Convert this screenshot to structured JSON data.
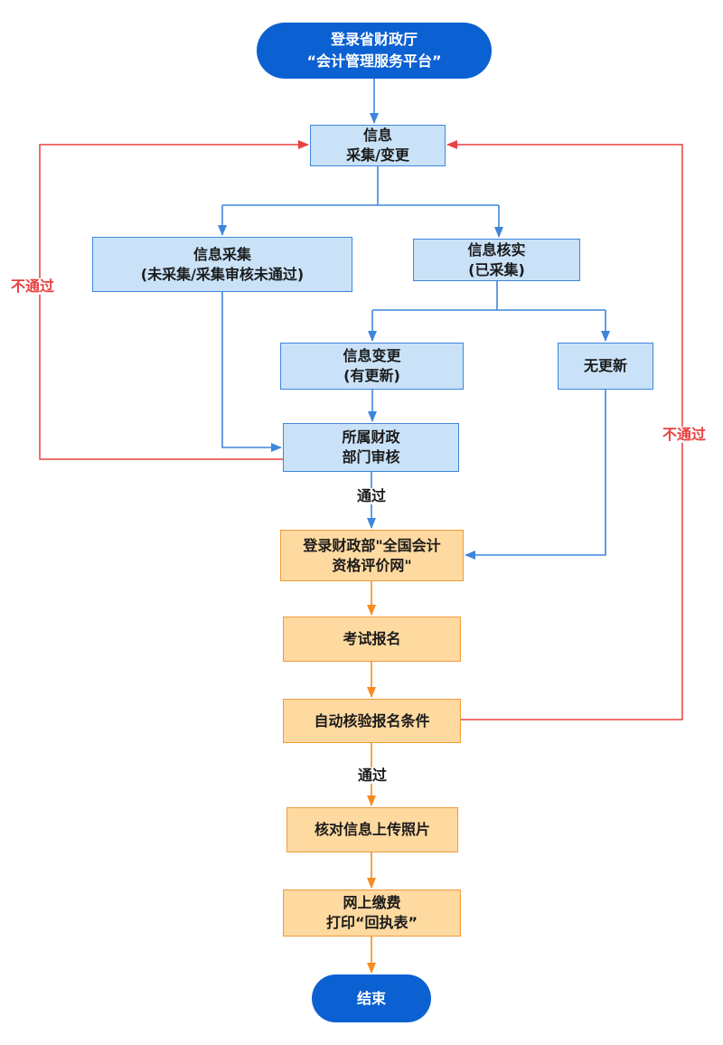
{
  "colors": {
    "brand_blue": "#0B61D2",
    "light_blue_fill": "#C9E2F8",
    "blue_border": "#3E86DC",
    "connector_blue": "#3E86DC",
    "orange_fill": "#FED9A0",
    "orange_border": "#F09B3C",
    "connector_orange": "#F68B1F",
    "fail_red": "#E94040",
    "text_dark": "#1B1B1B"
  },
  "nodes": {
    "start": {
      "label": "登录省财政厅\n“会计管理服务平台”"
    },
    "info_collect_change": {
      "label": "信息\n采集/变更"
    },
    "info_collection": {
      "label": "信息采集\n(未采集/采集审核未通过)"
    },
    "info_verify": {
      "label": "信息核实\n(已采集)"
    },
    "info_change": {
      "label": "信息变更\n(有更新)"
    },
    "no_update": {
      "label": "无更新"
    },
    "finance_review": {
      "label": "所属财政\n部门审核"
    },
    "login_national": {
      "label": "登录财政部\"全国会计\n资格评价网\""
    },
    "exam_register": {
      "label": "考试报名"
    },
    "auto_check": {
      "label": "自动核验报名条件"
    },
    "verify_upload": {
      "label": "核对信息上传照片"
    },
    "pay_print": {
      "label": "网上缴费\n打印“回执表”"
    },
    "end": {
      "label": "结束"
    }
  },
  "edge_labels": {
    "pass_1": "通过",
    "pass_2": "通过",
    "fail_left": "不通过",
    "fail_right": "不通过"
  }
}
